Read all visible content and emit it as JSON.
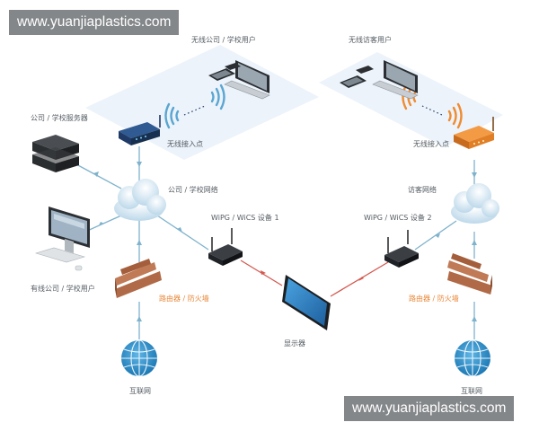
{
  "watermark": {
    "top": "www.yuanjiaplastics.com",
    "bottom": "www.yuanjiaplastics.com"
  },
  "labels": {
    "wireless_corp_users": "无线公司 / 学校用户",
    "wireless_guest_users": "无线访客用户",
    "corp_servers": "公司 / 学校服务器",
    "access_point_left": "无线接入点",
    "access_point_right": "无线接入点",
    "corp_network": "公司 / 学校网络",
    "guest_network": "访客网络",
    "wipg_device_1": "WiPG / WiCS 设备 1",
    "wipg_device_2": "WiPG / WiCS 设备 2",
    "wired_corp_users": "有线公司 / 学校用户",
    "router_firewall_left": "路由器 / 防火墙",
    "router_firewall_right": "路由器 / 防火墙",
    "display": "显示器",
    "internet_left": "互联网",
    "internet_right": "互联网"
  },
  "colors": {
    "network_link": "#7fb2cc",
    "display_link": "#d4584f",
    "ap_blue": "#1f3a66",
    "ap_orange": "#e88a34",
    "wifi_blue": "#5aa6d2",
    "wifi_orange": "#ef8c32",
    "cloud": "#cfe2ee",
    "globe": "#2e8fc9",
    "brick": "#b06a47",
    "screen": "#2d7ec4",
    "label_orange": "#e8883a"
  }
}
